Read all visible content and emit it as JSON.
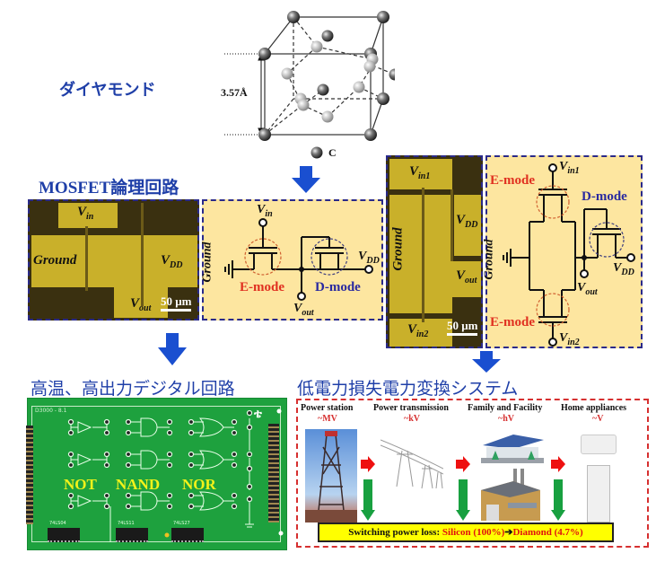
{
  "crystal": {
    "title": "ダイヤモンド",
    "lattice_constant": "3.57Å",
    "atom_legend": "C"
  },
  "mosfet": {
    "section_title": "MOSFET論理回路",
    "not_gate_chip": {
      "labels": {
        "vin": "V",
        "vin_sub": "in",
        "ground": "Ground",
        "vdd": "V",
        "vdd_sub": "DD",
        "vout": "V",
        "vout_sub": "out"
      },
      "scale_bar": "50 μm"
    },
    "not_gate_schematic": {
      "vin": "V",
      "vin_sub": "in",
      "ground": "Ground",
      "vdd": "V",
      "vdd_sub": "DD",
      "vout": "V",
      "vout_sub": "out",
      "e_mode": "E-mode",
      "d_mode": "D-mode"
    },
    "nand_chip": {
      "labels": {
        "vin1": "V",
        "vin1_sub": "in1",
        "vdd": "V",
        "vdd_sub": "DD",
        "ground": "Ground",
        "vout": "V",
        "vout_sub": "out",
        "vin2": "V",
        "vin2_sub": "in2"
      },
      "scale_bar": "50 μm"
    },
    "nand_schematic": {
      "vin1": "V",
      "vin1_sub": "in1",
      "vin2": "V",
      "vin2_sub": "in2",
      "ground": "Ground",
      "vdd": "V",
      "vdd_sub": "DD",
      "vout": "V",
      "vout_sub": "out",
      "e_mode_top": "E-mode",
      "e_mode_bottom": "E-mode",
      "d_mode": "D-mode"
    }
  },
  "digital": {
    "section_title": "高温、高出力デジタル回路",
    "board_text": "D3000 - 8.1",
    "gate_labels": [
      "NOT",
      "NAND",
      "NOR"
    ],
    "ic_labels": [
      "74LS04",
      "74LS11",
      "74LS27"
    ]
  },
  "power": {
    "section_title": "低電力損失電力変換システム",
    "stages": [
      {
        "name": "Power station",
        "voltage": "~MV"
      },
      {
        "name": "Power transmission",
        "voltage": "~kV"
      },
      {
        "name": "Family and Facility",
        "voltage": "~hV"
      },
      {
        "name": "Home appliances",
        "voltage": "~V"
      }
    ],
    "loss_label": "Switching power loss:",
    "loss_silicon": "Silicon (100%)",
    "loss_arrow": "➔",
    "loss_diamond": "Diamond (4.7%)"
  },
  "colors": {
    "title_blue": "#1f3fa8",
    "arrow_blue": "#1a4fd0",
    "e_mode_red": "#e03020",
    "d_mode_blue": "#2a2aa0",
    "pcb_green": "#1ea13e",
    "highlight_yellow": "#ffff00"
  }
}
